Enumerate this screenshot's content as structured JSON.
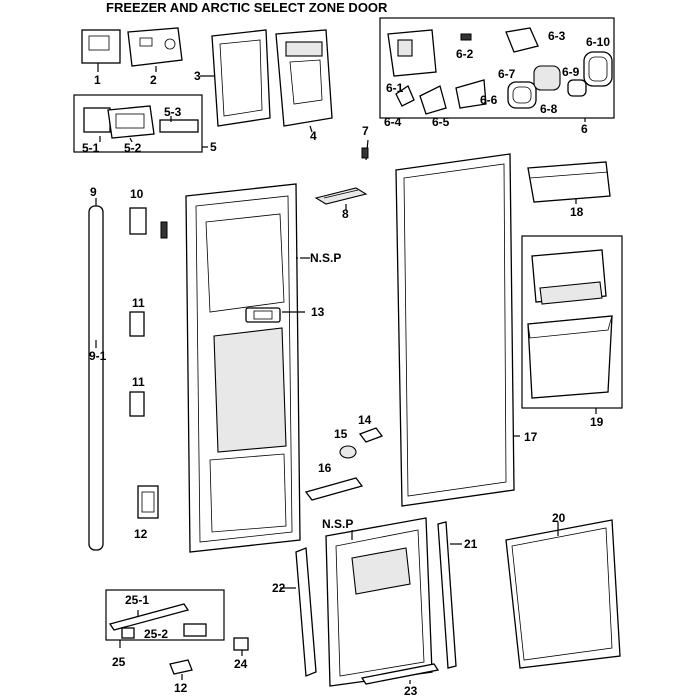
{
  "title": "FREEZER AND ARCTIC SELECT ZONE DOOR",
  "labels": {
    "p1": "1",
    "p2": "2",
    "p3": "3",
    "p4": "4",
    "p5": "5",
    "p5_1": "5-1",
    "p5_2": "5-2",
    "p5_3": "5-3",
    "p6": "6",
    "p6_1": "6-1",
    "p6_2": "6-2",
    "p6_3": "6-3",
    "p6_4": "6-4",
    "p6_5": "6-5",
    "p6_6": "6-6",
    "p6_7": "6-7",
    "p6_8": "6-8",
    "p6_9": "6-9",
    "p6_10": "6-10",
    "p7": "7",
    "p8": "8",
    "p9": "9",
    "p9_1": "9-1",
    "p10": "10",
    "p11a": "11",
    "p11b": "11",
    "p12a": "12",
    "p12b": "12",
    "p13": "13",
    "p14": "14",
    "p15": "15",
    "p16": "16",
    "p17": "17",
    "p18": "18",
    "p19": "19",
    "p20": "20",
    "p21": "21",
    "p22": "22",
    "p23": "23",
    "p24": "24",
    "p25": "25",
    "p25_1": "25-1",
    "p25_2": "25-2",
    "nsp1": "N.S.P",
    "nsp2": "N.S.P"
  }
}
